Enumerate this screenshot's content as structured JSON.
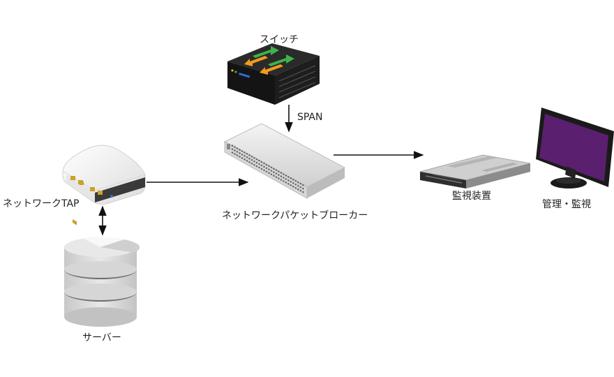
{
  "nodes": {
    "switch": {
      "label": "スイッチ",
      "icon": "network-switch-icon"
    },
    "tap": {
      "label": "ネットワークTAP",
      "icon": "network-tap-icon"
    },
    "server": {
      "label": "サーバー",
      "icon": "database-server-icon"
    },
    "broker": {
      "label": "ネットワークパケットブローカー",
      "icon": "packet-broker-icon"
    },
    "monitor_device": {
      "label": "監視装置",
      "icon": "rack-server-icon"
    },
    "management": {
      "label": "管理・監視",
      "icon": "monitor-icon"
    }
  },
  "edges": {
    "switch_to_broker": {
      "label": "SPAN"
    },
    "tap_to_broker": {
      "label": ""
    },
    "tap_to_server": {
      "label": ""
    },
    "broker_to_monitor": {
      "label": ""
    }
  },
  "colors": {
    "switch_body": "#1e1e1e",
    "arrow_green": "#3cb44a",
    "arrow_orange": "#f39a1e",
    "screen": "#5a1f6e",
    "edge": "#111111"
  }
}
